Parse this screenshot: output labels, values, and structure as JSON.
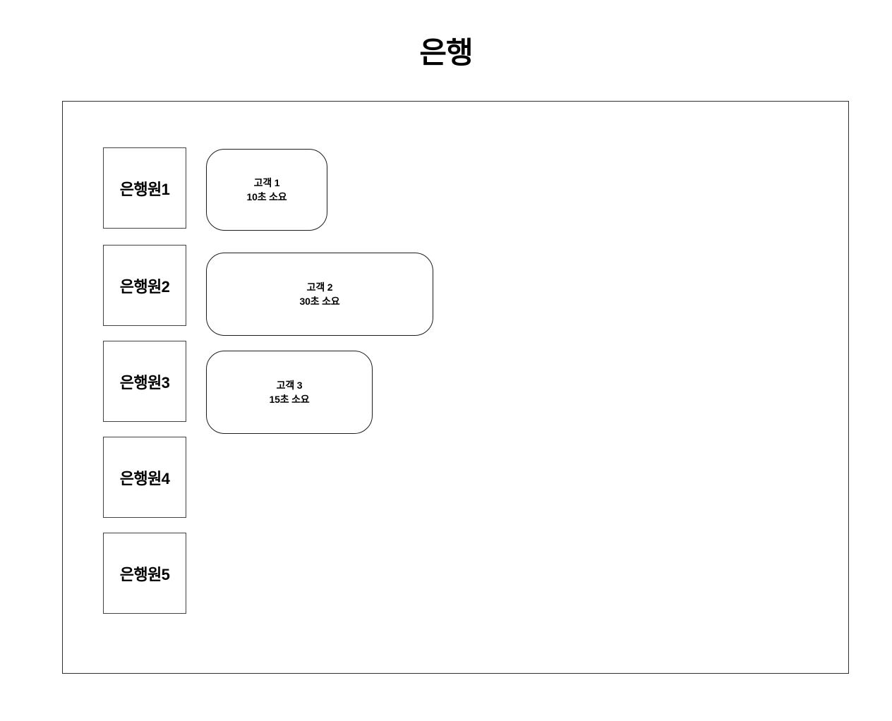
{
  "title": "은행",
  "frame": {
    "name": "bank-simulation-frame"
  },
  "tellers": [
    {
      "label": "은행원1"
    },
    {
      "label": "은행원2"
    },
    {
      "label": "은행원3"
    },
    {
      "label": "은행원4"
    },
    {
      "label": "은행원5"
    }
  ],
  "customers": [
    {
      "name": "고객 1",
      "duration": "10초 소요",
      "row": 0
    },
    {
      "name": "고객 2",
      "duration": "30초 소요",
      "row": 1
    },
    {
      "name": "고객 3",
      "duration": "15초 소요",
      "row": 2
    }
  ],
  "colors": {
    "background": "#ffffff",
    "text": "#000000",
    "frame_border": "#2f2f2f",
    "teller_border": "#434343",
    "customer_border": "#1c1c1c"
  }
}
